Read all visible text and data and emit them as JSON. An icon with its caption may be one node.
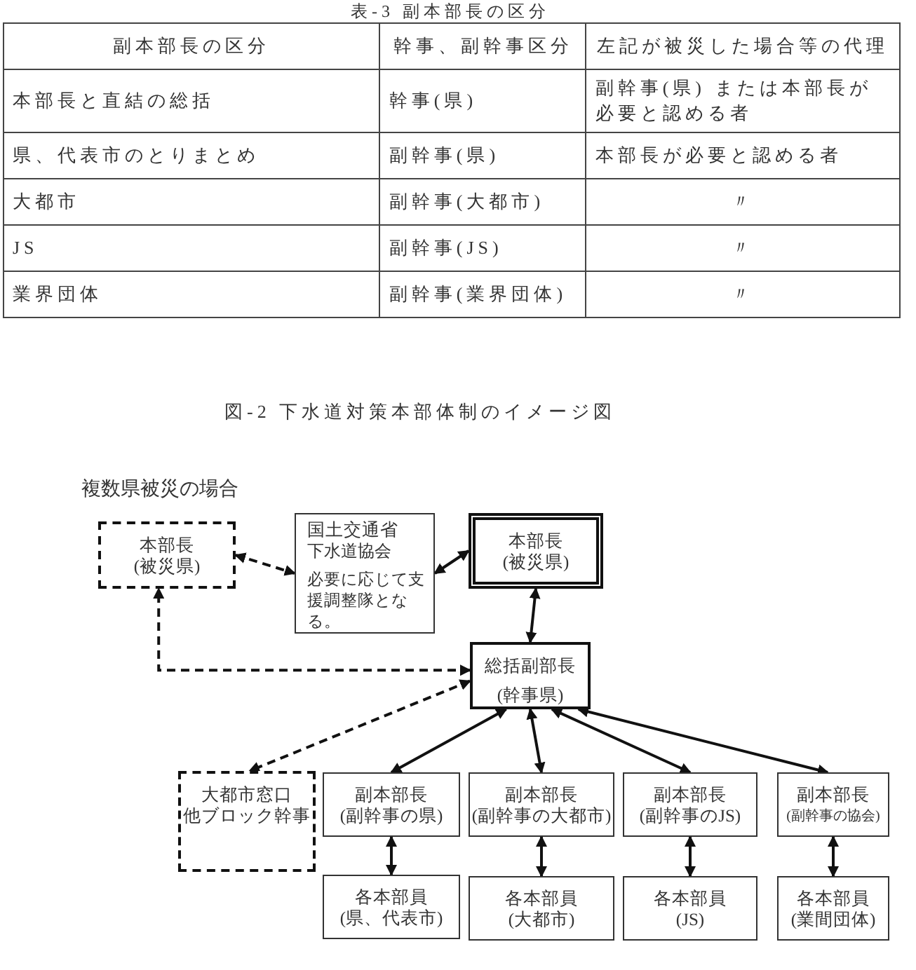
{
  "diagram": {
    "title": "図-2 下水道対策本部体制のイメージ図",
    "nodes": [
      {
        "text": [
          "本部長",
          "(被災県)"
        ]
      },
      {
        "text": [
          "国土交通省",
          "下水道協会",
          "必要に応じて支援調整隊となる。"
        ]
      },
      {
        "text": [
          "本部長",
          "(被災県)"
        ]
      },
      {
        "text": [
          "総括副部長",
          "(幹事県)"
        ]
      },
      {
        "text": [
          "大都市窓口",
          "他ブロック幹事"
        ]
      },
      {
        "text": [
          "副本部長",
          "(副幹事の県)"
        ]
      },
      {
        "text": [
          "副本部長",
          "(副幹事の大都市)"
        ]
      },
      {
        "text": [
          "副本部長",
          "(副幹事のJS)"
        ]
      },
      {
        "text": [
          "副本部長",
          "(副幹事の協会)"
        ]
      },
      {
        "text": [
          "各本部員",
          "(県、代表市)"
        ]
      },
      {
        "text": [
          "各本部員",
          "(大都市)"
        ]
      },
      {
        "text": [
          "各本部員",
          "(JS)"
        ]
      },
      {
        "text": [
          "各本部員",
          "(業間団体)"
        ]
      }
    ],
    "edges": [
      {
        "from": 0,
        "to": 1,
        "arrow": "both",
        "style": "dashed"
      },
      {
        "from": 1,
        "to": 2,
        "arrow": "both"
      },
      {
        "from": 3,
        "to": 2,
        "arrow": "both"
      },
      {
        "from": 3,
        "to": 0,
        "arrow": "both",
        "style": "dashed"
      },
      {
        "from": 3,
        "to": 4,
        "arrow": "both",
        "style": "dashed"
      },
      {
        "from": 3,
        "to": 5,
        "arrow": "both"
      },
      {
        "from": 3,
        "to": 6,
        "arrow": "both"
      },
      {
        "from": 3,
        "to": 7,
        "arrow": "both"
      },
      {
        "from": 3,
        "to": 8,
        "arrow": "both"
      },
      {
        "from": 5,
        "to": 9,
        "arrow": "both"
      },
      {
        "from": 6,
        "to": 10,
        "arrow": "both"
      },
      {
        "from": 7,
        "to": 11,
        "arrow": "both"
      },
      {
        "from": 8,
        "to": 12,
        "arrow": "both"
      }
    ],
    "labels": [
      "表-3 副本部長の区分",
      "副本部長の区分",
      "幹事、副幹事区分",
      "左記が被災した場合等の代理",
      "本部長と直結の総括",
      "幹事(県)",
      "副幹事(県) または本部長が必要と認める者",
      "県、代表市のとりまとめ",
      "副幹事(県)",
      "本部長が必要と認める者",
      "大都市",
      "副幹事(大都市)",
      "〃",
      "JS",
      "副幹事(JS)",
      "〃",
      "業界団体",
      "副幹事(業界団体)",
      "〃",
      "複数県被災の場合"
    ]
  }
}
